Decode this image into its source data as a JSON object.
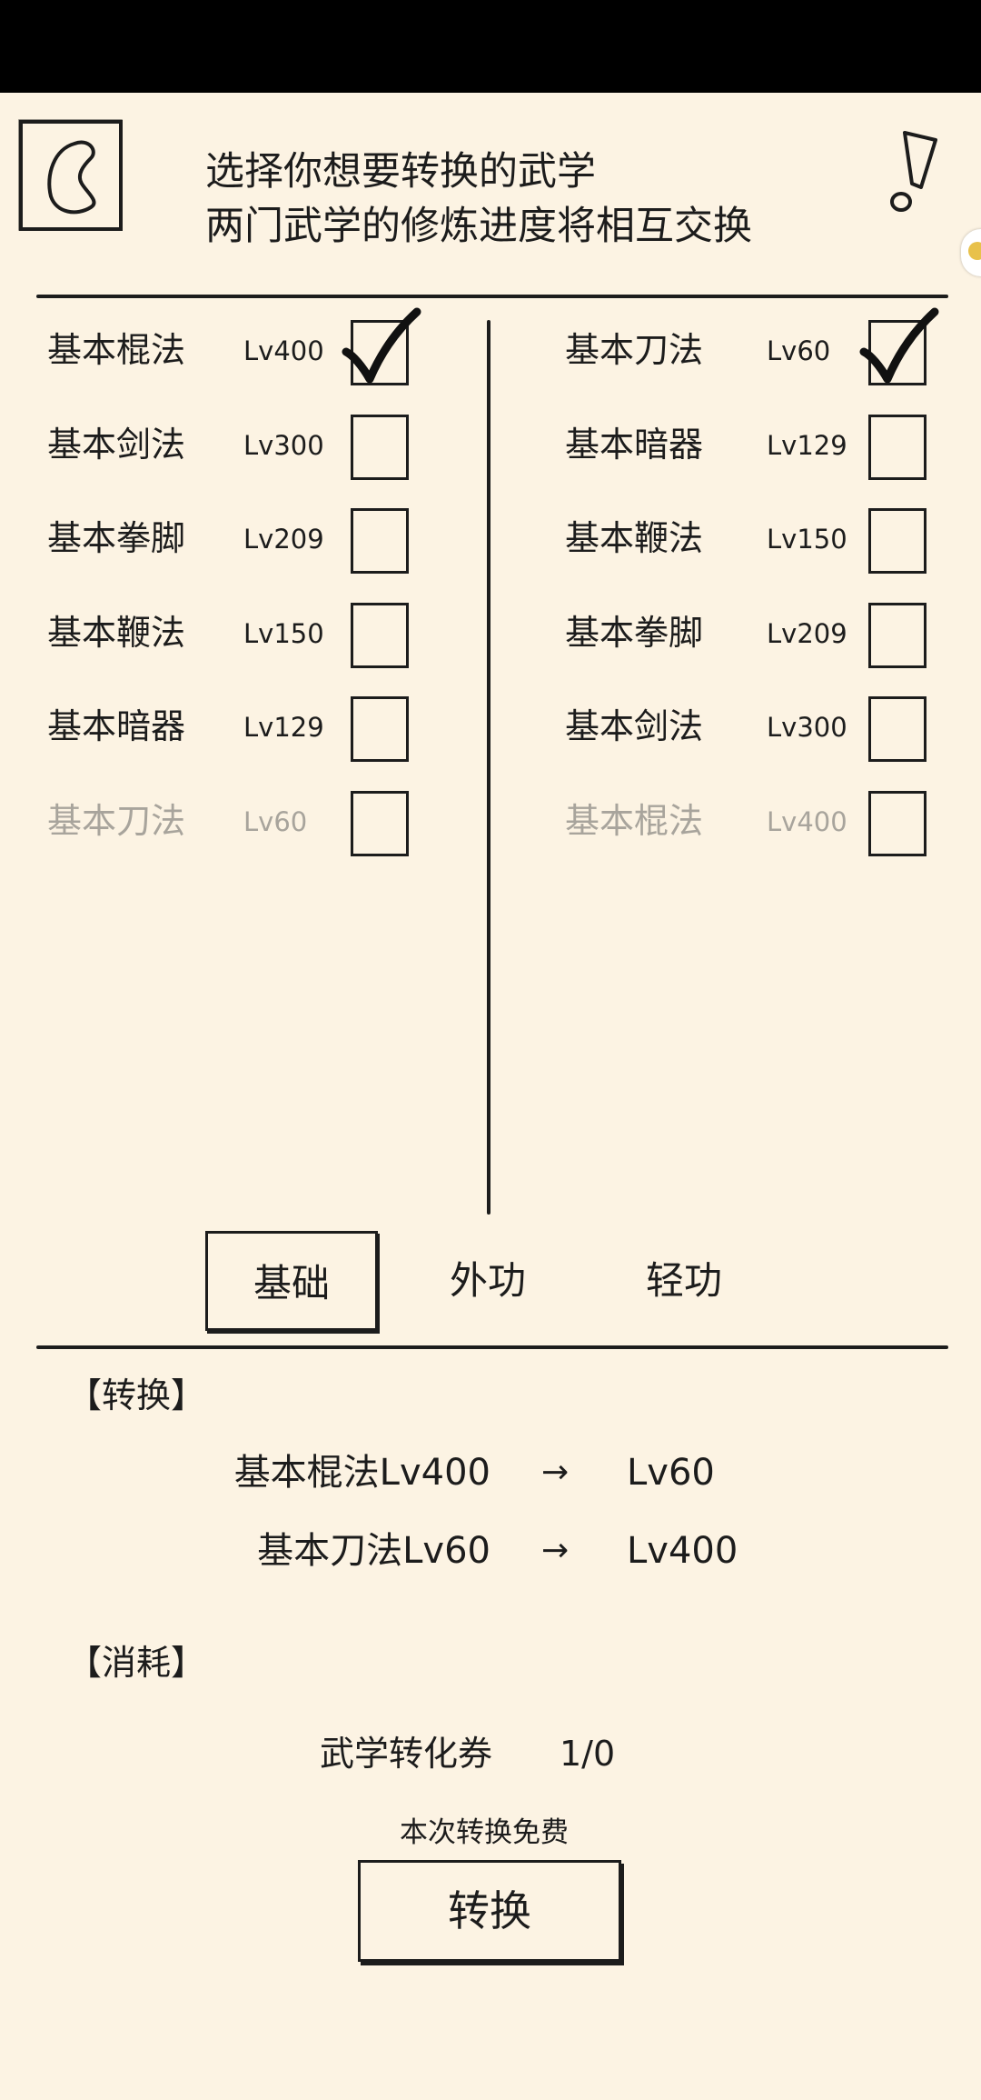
{
  "header": {
    "line1": "选择你想要转换的武学",
    "line2": "两门武学的修炼进度将相互交换"
  },
  "left_skills": [
    {
      "name": "基本棍法",
      "level": "Lv400",
      "checked": true,
      "disabled": false
    },
    {
      "name": "基本剑法",
      "level": "Lv300",
      "checked": false,
      "disabled": false
    },
    {
      "name": "基本拳脚",
      "level": "Lv209",
      "checked": false,
      "disabled": false
    },
    {
      "name": "基本鞭法",
      "level": "Lv150",
      "checked": false,
      "disabled": false
    },
    {
      "name": "基本暗器",
      "level": "Lv129",
      "checked": false,
      "disabled": false
    },
    {
      "name": "基本刀法",
      "level": "Lv60",
      "checked": false,
      "disabled": true
    }
  ],
  "right_skills": [
    {
      "name": "基本刀法",
      "level": "Lv60",
      "checked": true,
      "disabled": false
    },
    {
      "name": "基本暗器",
      "level": "Lv129",
      "checked": false,
      "disabled": false
    },
    {
      "name": "基本鞭法",
      "level": "Lv150",
      "checked": false,
      "disabled": false
    },
    {
      "name": "基本拳脚",
      "level": "Lv209",
      "checked": false,
      "disabled": false
    },
    {
      "name": "基本剑法",
      "level": "Lv300",
      "checked": false,
      "disabled": false
    },
    {
      "name": "基本棍法",
      "level": "Lv400",
      "checked": false,
      "disabled": true
    }
  ],
  "tabs": [
    {
      "label": "基础",
      "active": true
    },
    {
      "label": "外功",
      "active": false
    },
    {
      "label": "轻功",
      "active": false
    }
  ],
  "conversion": {
    "title": "【转换】",
    "rows": [
      {
        "from": "基本棍法Lv400",
        "arrow": "→",
        "to": "Lv60"
      },
      {
        "from": "基本刀法Lv60",
        "arrow": "→",
        "to": "Lv400"
      }
    ]
  },
  "cost": {
    "title": "【消耗】",
    "item": "武学转化券",
    "value": "1/0",
    "note": "本次转换免费"
  },
  "convert_button": {
    "label": "转换"
  }
}
